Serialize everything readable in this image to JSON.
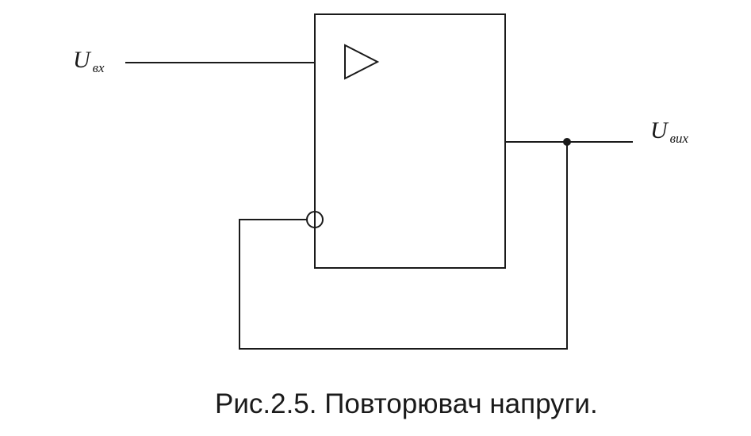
{
  "labels": {
    "input_symbol": "U",
    "input_subscript": "вх",
    "output_symbol": "U",
    "output_subscript": "вих"
  },
  "caption": "Рис.2.5. Повторювач напруги."
}
